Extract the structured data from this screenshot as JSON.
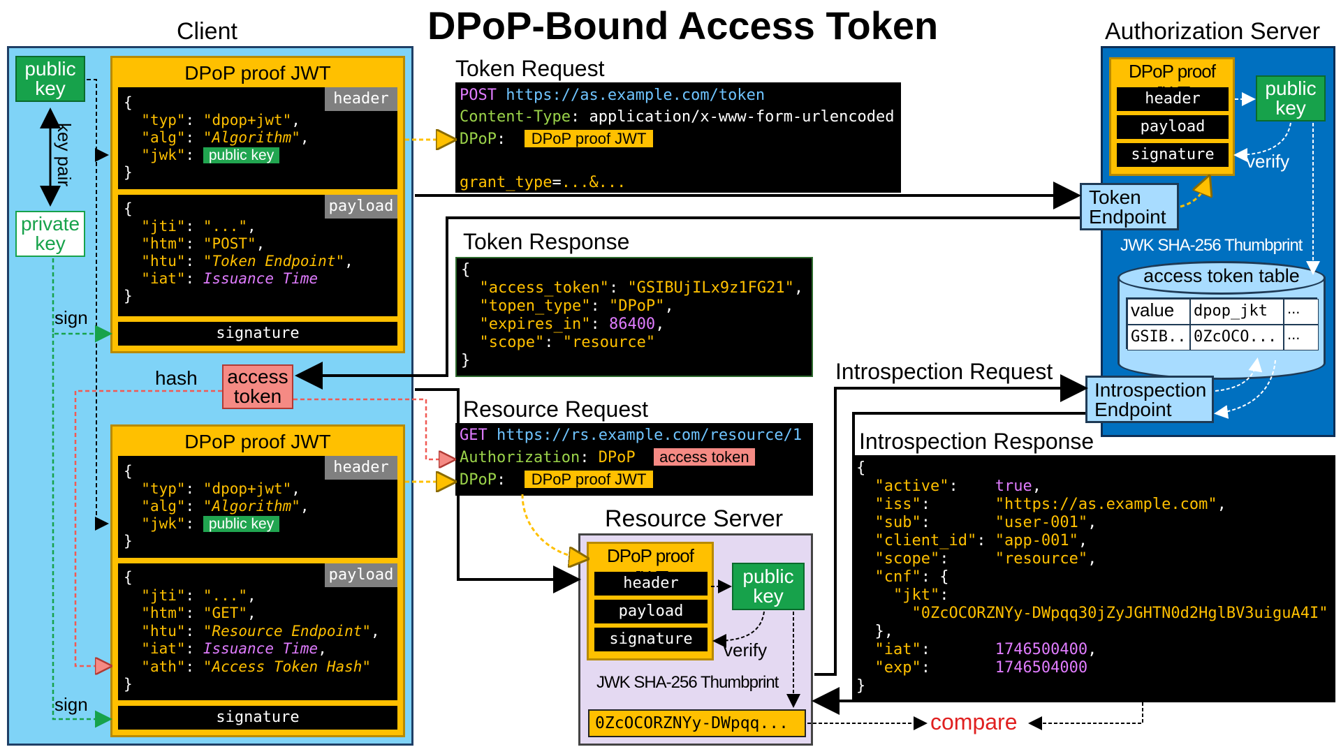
{
  "title": "DPoP-Bound Access Token",
  "client": {
    "label": "Client",
    "public_key": "public\nkey",
    "private_key": "private\nkey",
    "key_pair": "key pair",
    "sign1": "sign",
    "sign2": "sign",
    "hash": "hash",
    "access_token": "access\ntoken",
    "jwt1": {
      "title": "DPoP proof JWT",
      "header_tag": "header",
      "payload_tag": "payload",
      "signature": "signature",
      "typ_key": "\"typ\"",
      "typ_val": "\"dpop+jwt\"",
      "alg_key": "\"alg\"",
      "alg_val": "\"Algorithm\"",
      "jwk_key": "\"jwk\"",
      "jwk_val": "public key",
      "jti_key": "\"jti\"",
      "jti_val": "\"...\"",
      "htm_key": "\"htm\"",
      "htm_val": "\"POST\"",
      "htu_key": "\"htu\"",
      "htu_val": "\"Token Endpoint\"",
      "iat_key": "\"iat\"",
      "iat_val": "Issuance Time"
    },
    "jwt2": {
      "title": "DPoP proof JWT",
      "header_tag": "header",
      "payload_tag": "payload",
      "signature": "signature",
      "typ_key": "\"typ\"",
      "typ_val": "\"dpop+jwt\"",
      "alg_key": "\"alg\"",
      "alg_val": "\"Algorithm\"",
      "jwk_key": "\"jwk\"",
      "jwk_val": "public key",
      "jti_key": "\"jti\"",
      "jti_val": "\"...\"",
      "htm_key": "\"htm\"",
      "htm_val": "\"GET\"",
      "htu_key": "\"htu\"",
      "htu_val": "\"Resource Endpoint\"",
      "iat_key": "\"iat\"",
      "iat_val": "Issuance Time",
      "ath_key": "\"ath\"",
      "ath_val": "\"Access Token Hash\""
    }
  },
  "token_request": {
    "label": "Token Request",
    "method": "POST",
    "url": "https://as.example.com/token",
    "ct_key": "Content-Type",
    "ct_val": "application/x-www-form-urlencoded",
    "dpop_key": "DPoP",
    "dpop_val": "DPoP proof JWT",
    "body_key": "grant_type",
    "body_val": "...&..."
  },
  "token_response": {
    "label": "Token Response",
    "at_key": "\"access_token\"",
    "at_val": "\"GSIBUjILx9z1FG21\"",
    "tt_key": "\"topen_type\"",
    "tt_val": "\"DPoP\"",
    "ei_key": "\"expires_in\"",
    "ei_val": "86400",
    "sc_key": "\"scope\"",
    "sc_val": "\"resource\""
  },
  "resource_request": {
    "label": "Resource Request",
    "method": "GET",
    "url": "https://rs.example.com/resource/1",
    "auth_key": "Authorization",
    "auth_scheme": "DPoP",
    "auth_val": "access token",
    "dpop_key": "DPoP",
    "dpop_val": "DPoP proof JWT"
  },
  "auth_server": {
    "label": "Authorization Server",
    "jwt_title": "DPoP proof JWT",
    "header": "header",
    "payload": "payload",
    "signature": "signature",
    "public_key": "public\nkey",
    "verify": "verify",
    "token_endpoint": "Token\nEndpoint",
    "thumbprint": "JWK SHA-256 Thumbprint",
    "table_title": "access token table",
    "col1": "value",
    "col2": "dpop_jkt",
    "col3": "...",
    "cell1": "GSIB...",
    "cell2": "0ZcOCO...",
    "cell3": "...",
    "introspection_endpoint": "Introspection\nEndpoint"
  },
  "introspection_request": {
    "label": "Introspection Request"
  },
  "introspection_response": {
    "label": "Introspection Response",
    "active_key": "\"active\"",
    "active_val": "true",
    "iss_key": "\"iss\"",
    "iss_val": "\"https://as.example.com\"",
    "sub_key": "\"sub\"",
    "sub_val": "\"user-001\"",
    "cid_key": "\"client_id\"",
    "cid_val": "\"app-001\"",
    "scope_key": "\"scope\"",
    "scope_val": "\"resource\"",
    "cnf_key": "\"cnf\"",
    "jkt_key": "\"jkt\"",
    "jkt_val": "\"0ZcOCORZNYy-DWpqq30jZyJGHTN0d2HglBV3uiguA4I\"",
    "iat_key": "\"iat\"",
    "iat_val": "1746500400",
    "exp_key": "\"exp\"",
    "exp_val": "1746504000"
  },
  "resource_server": {
    "label": "Resource Server",
    "jwt_title": "DPoP proof JWT",
    "header": "header",
    "payload": "payload",
    "signature": "signature",
    "public_key": "public\nkey",
    "verify": "verify",
    "thumbprint": "JWK SHA-256 Thumbprint",
    "thumb_val": "0ZcOCORZNYy-DWpqq..."
  },
  "compare": "compare",
  "colors": {
    "client_bg": "#7fd3f7",
    "as_bg": "#0070c0",
    "rs_bg": "#e4d9f2",
    "jwt_orange": "#ffc000",
    "key_green": "#17a24b",
    "token_red": "#f58a84",
    "compare_red": "#e02020"
  }
}
